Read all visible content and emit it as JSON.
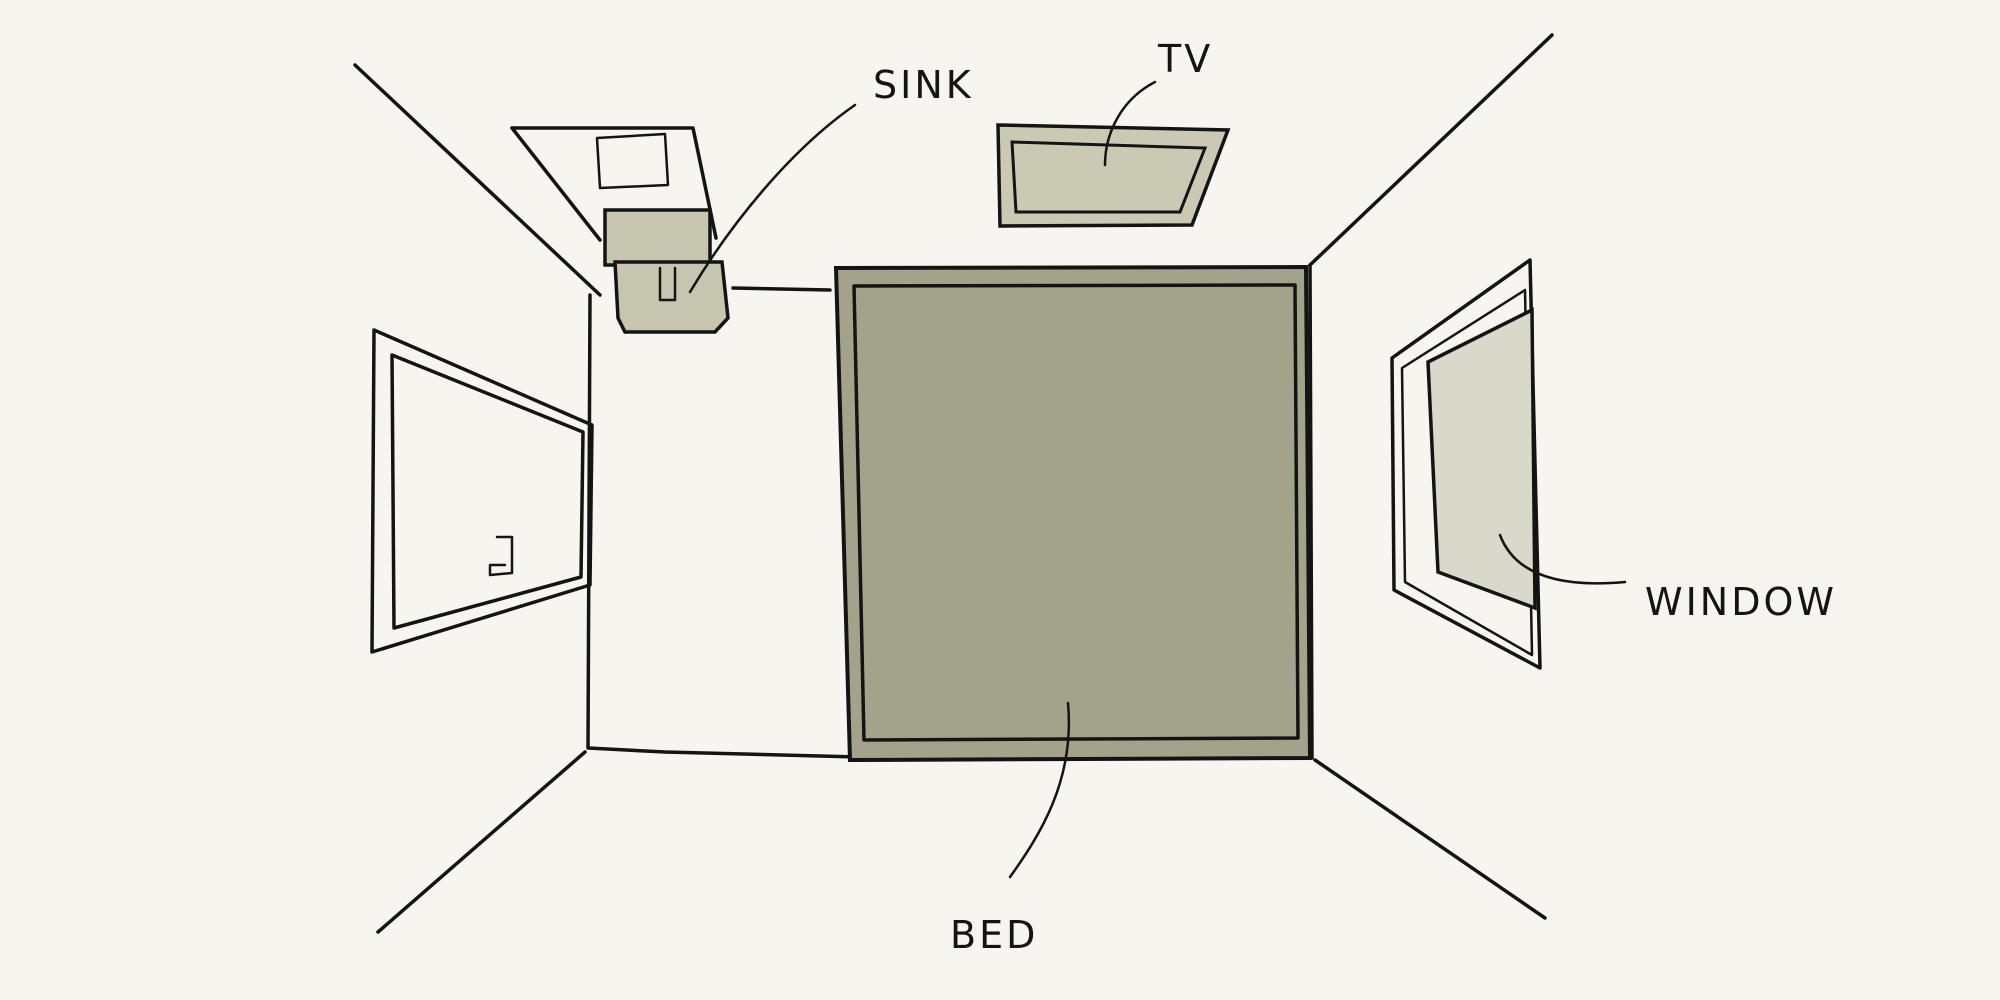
{
  "labels": {
    "sink": "SINK",
    "tv": "TV",
    "window": "WINDOW",
    "bed": "BED"
  },
  "colors": {
    "paper": "#f6f5f0",
    "ink": "#141414",
    "bed_fill": "#a3a38c",
    "tv_fill": "#c9c9b4",
    "window_fill": "#d8d8cb",
    "sink_fill": "#c6c6b0"
  }
}
